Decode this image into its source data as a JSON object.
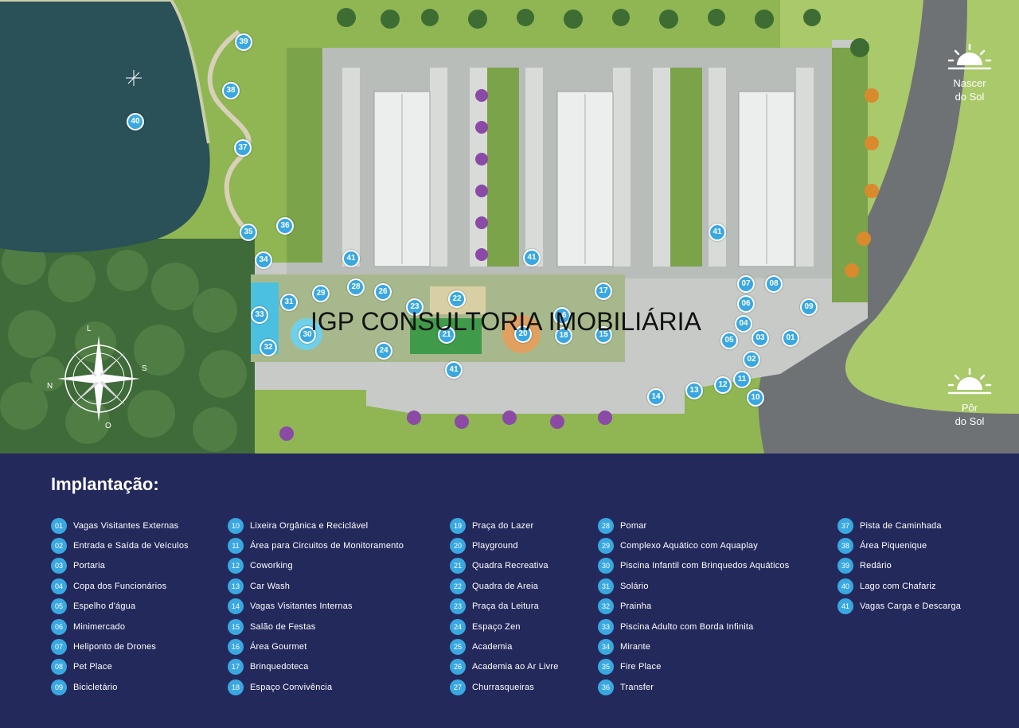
{
  "watermark": "IGP CONSULTORIA IMOBILIÁRIA",
  "legend_title": "Implantação:",
  "sunrise": {
    "line1": "Nascer",
    "line2": "do Sol"
  },
  "sunset": {
    "line1": "Pôr",
    "line2": "do Sol"
  },
  "compass": {
    "north": "N",
    "south": "S",
    "east": "L",
    "west": "O"
  },
  "colors": {
    "accent": "#3aa8e0",
    "panel": "#24295c",
    "lake": "#2a5058",
    "grass": "#9ec25a",
    "road": "#6f7275"
  },
  "map_pins": [
    "01",
    "02",
    "03",
    "04",
    "05",
    "06",
    "07",
    "08",
    "09",
    "10",
    "11",
    "12",
    "13",
    "14",
    "15",
    "16",
    "17",
    "18",
    "20",
    "21",
    "22",
    "23",
    "24",
    "26",
    "28",
    "29",
    "30",
    "31",
    "32",
    "33",
    "34",
    "35",
    "36",
    "37",
    "38",
    "39",
    "40",
    "41",
    "41",
    "41",
    "41",
    "41"
  ],
  "legend": [
    [
      {
        "num": "01",
        "label": "Vagas Visitantes Externas"
      },
      {
        "num": "02",
        "label": "Entrada e Saída de Veículos"
      },
      {
        "num": "03",
        "label": "Portaria"
      },
      {
        "num": "04",
        "label": "Copa dos Funcionários"
      },
      {
        "num": "05",
        "label": "Espelho d'água"
      },
      {
        "num": "06",
        "label": "Minimercado"
      },
      {
        "num": "07",
        "label": "Heliponto de Drones"
      },
      {
        "num": "08",
        "label": "Pet Place"
      },
      {
        "num": "09",
        "label": "Bicicletário"
      }
    ],
    [
      {
        "num": "10",
        "label": "Lixeira Orgânica e Reciclável"
      },
      {
        "num": "11",
        "label": "Área para Circuitos de Monitoramento"
      },
      {
        "num": "12",
        "label": "Coworking"
      },
      {
        "num": "13",
        "label": "Car Wash"
      },
      {
        "num": "14",
        "label": "Vagas Visitantes Internas"
      },
      {
        "num": "15",
        "label": "Salão de Festas"
      },
      {
        "num": "16",
        "label": "Área Gourmet"
      },
      {
        "num": "17",
        "label": "Brinquedoteca"
      },
      {
        "num": "18",
        "label": "Espaço Convivência"
      }
    ],
    [
      {
        "num": "19",
        "label": "Praça do Lazer"
      },
      {
        "num": "20",
        "label": "Playground"
      },
      {
        "num": "21",
        "label": "Quadra Recreativa"
      },
      {
        "num": "22",
        "label": "Quadra de Areia"
      },
      {
        "num": "23",
        "label": "Praça da Leitura"
      },
      {
        "num": "24",
        "label": "Espaço Zen"
      },
      {
        "num": "25",
        "label": "Academia"
      },
      {
        "num": "26",
        "label": "Academia ao Ar Livre"
      },
      {
        "num": "27",
        "label": "Churrasqueiras"
      }
    ],
    [
      {
        "num": "28",
        "label": "Pomar"
      },
      {
        "num": "29",
        "label": "Complexo Aquático com Aquaplay"
      },
      {
        "num": "30",
        "label": "Piscina Infantil com Brinquedos Aquáticos"
      },
      {
        "num": "31",
        "label": "Solário"
      },
      {
        "num": "32",
        "label": "Prainha"
      },
      {
        "num": "33",
        "label": "Piscina Adulto com Borda Infinita"
      },
      {
        "num": "34",
        "label": "Mirante"
      },
      {
        "num": "35",
        "label": "Fire Place"
      },
      {
        "num": "36",
        "label": "Transfer"
      }
    ],
    [
      {
        "num": "37",
        "label": "Pista de Caminhada"
      },
      {
        "num": "38",
        "label": "Área Piquenique"
      },
      {
        "num": "39",
        "label": "Redário"
      },
      {
        "num": "40",
        "label": "Lago com Chafariz"
      },
      {
        "num": "41",
        "label": "Vagas Carga e Descarga"
      }
    ]
  ]
}
